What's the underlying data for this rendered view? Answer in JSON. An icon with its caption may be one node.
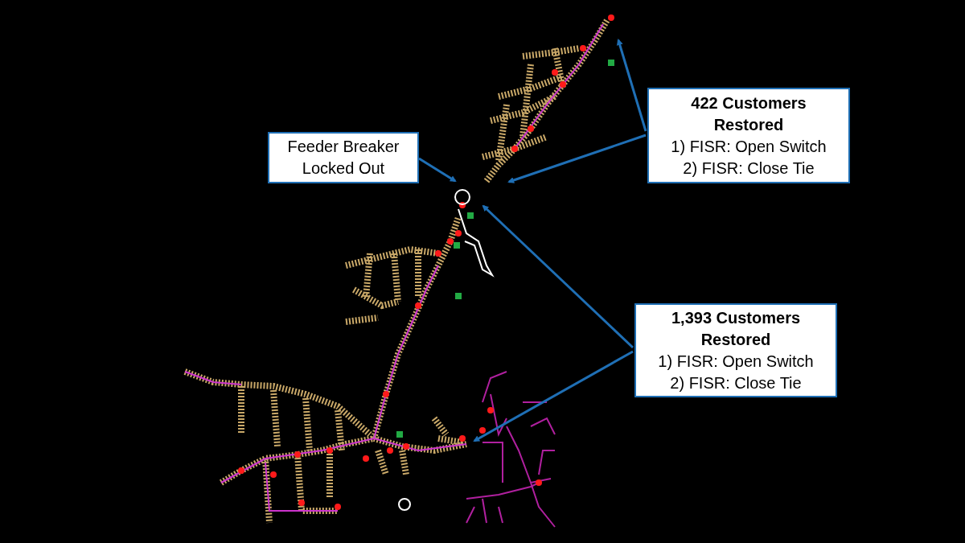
{
  "diagram": {
    "nodes": [
      {
        "text": [
          "Feeder Breaker Locked Out"
        ]
      },
      {
        "text": [
          "422 Customers Restored",
          "1) FISR: Open Switch",
          "2) FISR: Close Tie"
        ]
      },
      {
        "text": [
          "1,393 Customers Restored",
          "1) FISR: Open Switch",
          "2) FISR: Close Tie"
        ]
      }
    ],
    "edges": [
      {
        "from": 0,
        "to": null,
        "arrow": "to"
      },
      {
        "from": 1,
        "to": null,
        "arrow": "to"
      },
      {
        "from": 1,
        "to": null,
        "arrow": "to"
      },
      {
        "from": 2,
        "to": null,
        "arrow": "to"
      },
      {
        "from": 2,
        "to": null,
        "arrow": "to"
      }
    ]
  }
}
